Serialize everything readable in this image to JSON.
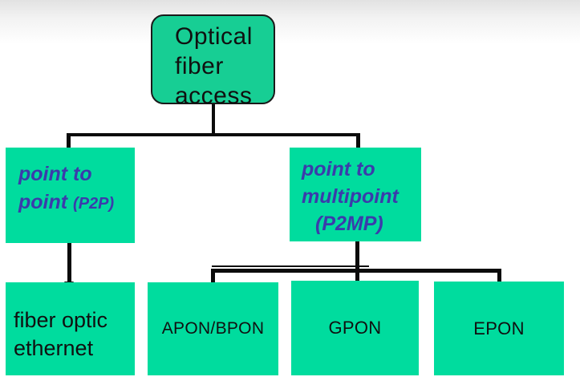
{
  "diagram": {
    "title": "Optical fiber access classification tree",
    "colors": {
      "node_green": "#00dc9e",
      "root_green": "#17ce94",
      "connector_black": "#0b0b0b",
      "blue_text": "#3b3bab",
      "black_text": "#101010"
    },
    "nodes": {
      "root": {
        "lines": [
          "Optical",
          "fiber",
          "access"
        ]
      },
      "p2p": {
        "line1": "point to",
        "line2": "point",
        "suffix": "(P2P)"
      },
      "p2mp": {
        "lines": [
          "point to",
          "multipoint",
          "(P2MP)"
        ]
      },
      "fiber_ethernet": {
        "lines": [
          "fiber optic",
          "ethernet"
        ]
      },
      "apon": {
        "label": "APON/BPON"
      },
      "gpon": {
        "label": "GPON"
      },
      "epon": {
        "label": "EPON"
      }
    }
  }
}
